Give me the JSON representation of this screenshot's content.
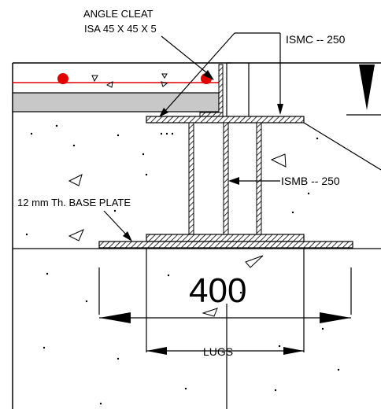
{
  "drawing": {
    "labels": {
      "angle_cleat_line1": "ANGLE CLEAT",
      "angle_cleat_line2": "ISA 45 X 45 X 5",
      "ismc": "ISMC -- 250",
      "ismb": "ISMB -- 250",
      "base_plate": "12 mm Th. BASE PLATE",
      "dimension": "400",
      "lugs": "LUGS"
    },
    "colors": {
      "rebar": "#e00000",
      "slab_finish": "#c8c8c8",
      "line": "#000000"
    }
  }
}
